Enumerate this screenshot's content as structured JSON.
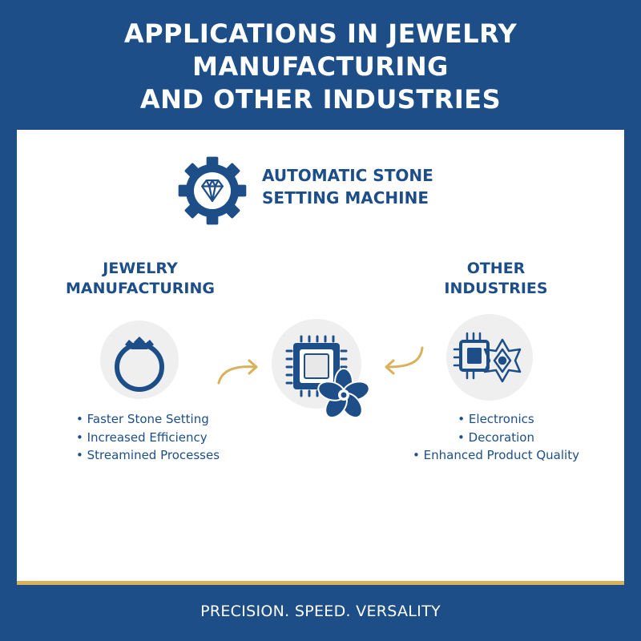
{
  "title": {
    "line1": "APPLICATIONS IN JEWELRY",
    "line2": "MANUFACTURING",
    "line3": "AND OTHER INDUSTRIES"
  },
  "machine": {
    "line1": "AUTOMATIC STONE",
    "line2": "SETTING MACHINE",
    "icon": "gear-diamond-icon"
  },
  "jewelry": {
    "title_line1": "JEWELRY",
    "title_line2": "MANUFACTURING",
    "icon": "ring-icon",
    "bullets": [
      "Faster Stone Setting",
      "Increased Efficiency",
      "Streamined Processes"
    ]
  },
  "center": {
    "icon": "chip-flower-icon"
  },
  "other": {
    "title_line1": "OTHER",
    "title_line2": "INDUSTRIES",
    "icon": "circuit-ornament-icon",
    "bullets": [
      "Electronics",
      "Decoration",
      "Enhanced Product Quality"
    ]
  },
  "footer": "PRECISION. SPEED. VERSALITY",
  "colors": {
    "primary": "#1d4e88",
    "accent": "#d7b25a",
    "panel": "#ffffff",
    "circle": "#efefef"
  }
}
